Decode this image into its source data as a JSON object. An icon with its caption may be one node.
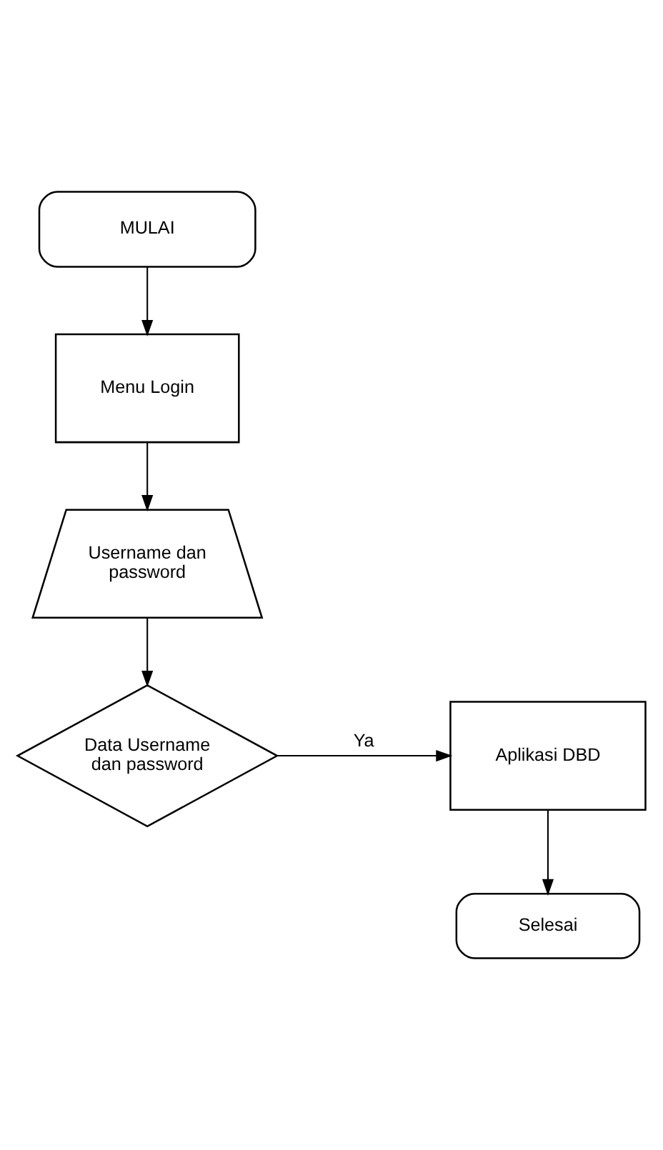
{
  "diagram": {
    "nodes": [
      {
        "text": [
          "MULAI"
        ]
      },
      {
        "text": [
          "Menu Login"
        ]
      },
      {
        "text": [
          "Username dan password"
        ]
      },
      {
        "text": [
          "Data Username dan password"
        ]
      },
      {
        "text": [
          "Aplikasi DBD"
        ]
      },
      {
        "text": [
          "Selesai"
        ]
      }
    ],
    "edges": [
      {
        "from": 0,
        "to": 1,
        "arrow": "to"
      },
      {
        "from": 1,
        "to": 2,
        "arrow": "to"
      },
      {
        "from": 2,
        "to": 3,
        "arrow": "to"
      },
      {
        "from": 3,
        "to": 4,
        "arrow": "to",
        "label": "Ya"
      },
      {
        "from": 4,
        "to": 5,
        "arrow": "to"
      }
    ]
  }
}
